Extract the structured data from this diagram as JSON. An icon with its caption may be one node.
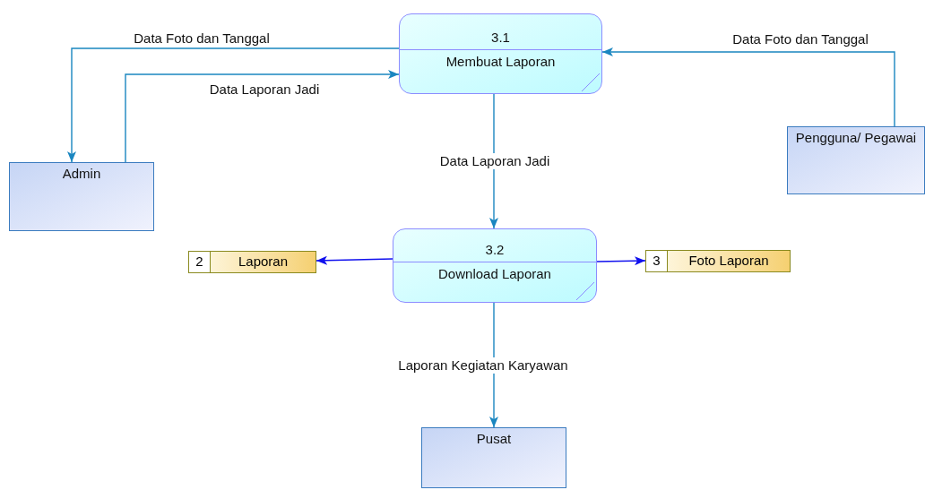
{
  "diagram": {
    "nodes": [
      {
        "text": [
          "3.1",
          "Membuat Laporan"
        ]
      },
      {
        "text": [
          "Admin"
        ]
      },
      {
        "text": [
          "Pengguna/ Pegawai"
        ]
      },
      {
        "text": [
          "3.2",
          "Download Laporan"
        ]
      },
      {
        "text": [
          "2",
          "Laporan"
        ]
      },
      {
        "text": [
          "3",
          "Foto Laporan"
        ]
      },
      {
        "text": [
          "Pusat"
        ]
      }
    ],
    "edges": [
      {
        "from": 0,
        "to": 1,
        "arrow": "to",
        "label": "Data Foto dan Tanggal"
      },
      {
        "from": 1,
        "to": 0,
        "arrow": "to",
        "label": "Data Laporan Jadi"
      },
      {
        "from": 2,
        "to": 0,
        "arrow": "to",
        "label": "Data Foto dan Tanggal"
      },
      {
        "from": 0,
        "to": 3,
        "arrow": "to",
        "label": "Data Laporan Jadi"
      },
      {
        "from": 3,
        "to": 4,
        "arrow": "to",
        "color": "#1010ee"
      },
      {
        "from": 3,
        "to": 5,
        "arrow": "to",
        "color": "#1010ee"
      },
      {
        "from": 3,
        "to": 6,
        "arrow": "to",
        "label": "Laporan Kegiatan Karyawan"
      }
    ]
  }
}
